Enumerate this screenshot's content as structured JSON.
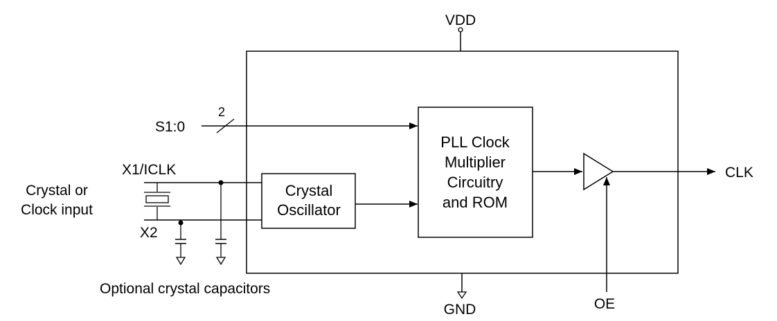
{
  "pins": {
    "vdd": "VDD",
    "gnd": "GND",
    "select": "S1:0",
    "bus_width": "2",
    "x1": "X1/ICLK",
    "x2": "X2",
    "clk": "CLK",
    "oe": "OE"
  },
  "blocks": {
    "oscillator": [
      "Crystal",
      "Oscillator"
    ],
    "pll": [
      "PLL Clock",
      "Multiplier",
      "Circuitry",
      "and ROM"
    ]
  },
  "labels": {
    "crystal_input": [
      "Crystal or",
      "Clock input"
    ],
    "optional_caps": "Optional crystal capacitors"
  }
}
